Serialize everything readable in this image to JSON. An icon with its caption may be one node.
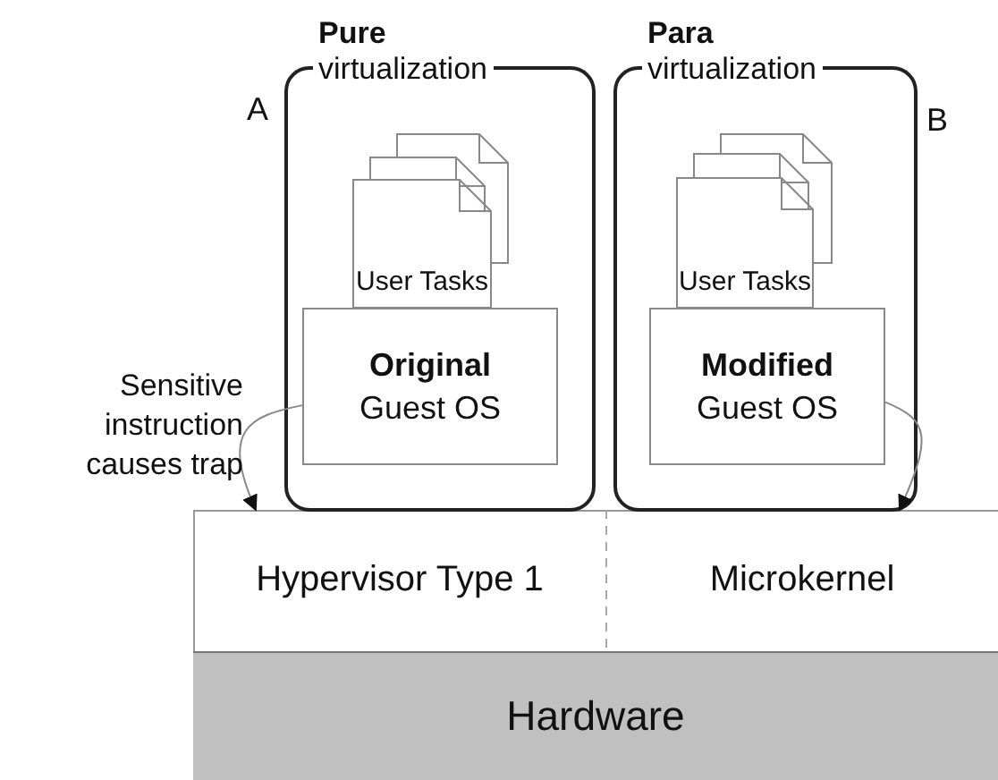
{
  "diagram": {
    "nodes": [
      {
        "text": [
          "**Pure** virtualization"
        ],
        "beside": [
          "A"
        ]
      },
      {
        "text": [
          "User Tasks"
        ],
        "in": 0
      },
      {
        "text": [
          "**Original** Guest OS"
        ],
        "in": 0
      },
      {
        "text": [
          "**Para** virtualization"
        ],
        "beside": [
          "B"
        ]
      },
      {
        "text": [
          "User Tasks"
        ],
        "in": 3
      },
      {
        "text": [
          "**Modified** Guest OS"
        ],
        "in": 3
      },
      {
        "text": [
          "Hypervisor Type 1"
        ]
      },
      {
        "text": [
          "Microkernel"
        ]
      },
      {
        "text": [
          "Hardware"
        ]
      }
    ],
    "edges": [
      {
        "from": 2,
        "to": 6,
        "arrow": "to",
        "label": "Sensitive instruction causes trap"
      },
      {
        "from": 5,
        "to": 7,
        "arrow": "to"
      }
    ]
  }
}
